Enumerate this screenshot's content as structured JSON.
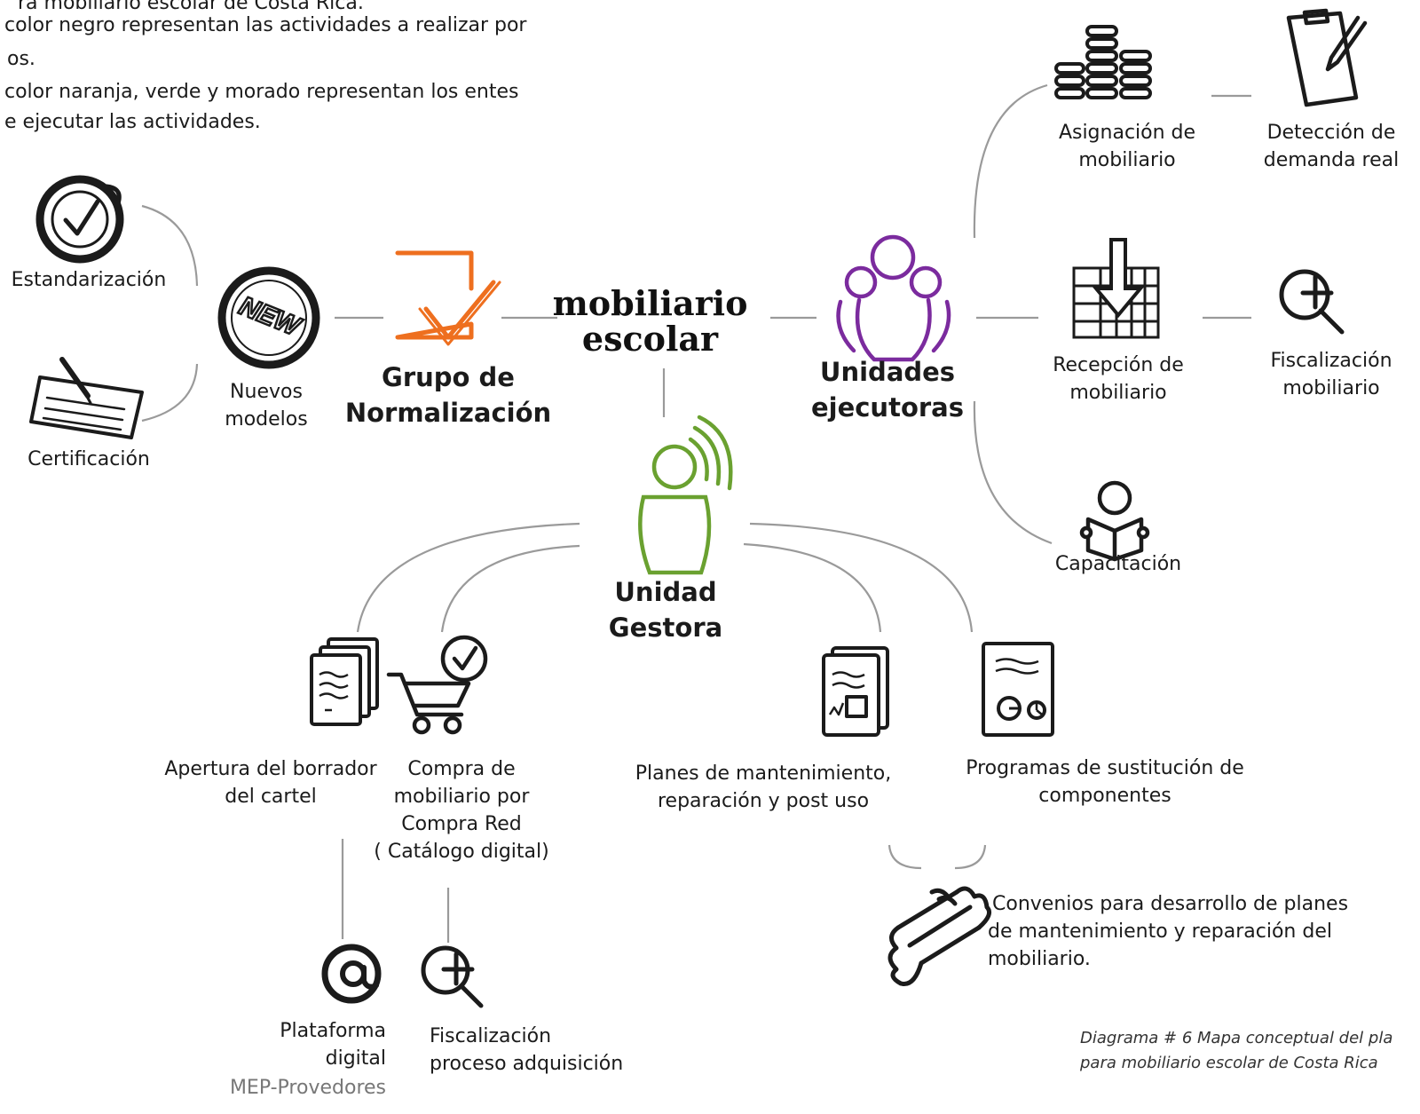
{
  "intro": {
    "line1": "ra mobiliario escolar de Costa Rica.",
    "line2": "color negro representan las actividades a realizar por",
    "line3": "os.",
    "line4": "color naranja, verde y morado representan los entes",
    "line5": "e ejecutar las actividades."
  },
  "center": {
    "line1": "mobiliario",
    "line2": "escolar"
  },
  "nodes": {
    "estandarizacion": "Estandarización",
    "certificacion": "Certificación",
    "nuevos_1": "Nuevos",
    "nuevos_2": "modelos",
    "grupo_1": "Grupo de",
    "grupo_2": "Normalización",
    "unidades_1": "Unidades",
    "unidades_2": "ejecutoras",
    "asignacion_1": "Asignación de",
    "asignacion_2": "mobiliario",
    "deteccion_1": "Detección de",
    "deteccion_2": "demanda real",
    "recepcion_1": "Recepción de",
    "recepcion_2": "mobiliario",
    "fiscal_mob_1": "Fiscalización",
    "fiscal_mob_2": "mobiliario",
    "capacitacion": "Capacitación",
    "gestora_1": "Unidad",
    "gestora_2": "Gestora",
    "apertura_1": "Apertura del borrador",
    "apertura_2": "del cartel",
    "compra_1": "Compra de",
    "compra_2": "mobiliario por",
    "compra_3": "Compra Red",
    "compra_4": "( Catálogo digital)",
    "planes_1": "Planes de mantenimiento,",
    "planes_2": "reparación y post uso",
    "programas_1": "Programas de sustitución de",
    "programas_2": "componentes",
    "convenios_1": "Convenios para desarrollo de planes",
    "convenios_2": "de mantenimiento y reparación del",
    "convenios_3": "mobiliario.",
    "plataforma_1": "Plataforma",
    "plataforma_2": "digital",
    "plataforma_3": "MEP-Provedores",
    "fiscal_proc_1": "Fiscalización",
    "fiscal_proc_2": "proceso adquisición"
  },
  "caption": {
    "line1": "Diagrama # 6 Mapa conceptual del pla",
    "line2": "para mobiliario escolar de Costa Rica"
  },
  "colors": {
    "orange": "#ee6f1f",
    "purple": "#7b2b9e",
    "green": "#6aa130",
    "connector": "#9a9a9a",
    "icon": "#1b1b1b"
  },
  "icons": {
    "estandarizacion": "check-badge-icon",
    "certificacion": "certificate-pen-icon",
    "nuevos": "new-badge-icon",
    "grupo": "orange-checklist-icon",
    "unidades": "purple-people-group-icon",
    "gestora": "green-person-broadcast-icon",
    "asignacion": "stacked-coins-icon",
    "deteccion": "clipboard-pencil-icon",
    "recepcion": "spreadsheet-download-icon",
    "fiscal_mob": "magnifier-plus-icon",
    "capacitacion": "reading-person-icon",
    "apertura": "document-stack-icon",
    "compra": "cart-check-icon",
    "planes": "report-stack-icon",
    "programas": "document-chart-icon",
    "convenios": "handshake-icon",
    "plataforma": "at-sign-icon",
    "fiscal_proc": "magnifier-plus-icon"
  }
}
